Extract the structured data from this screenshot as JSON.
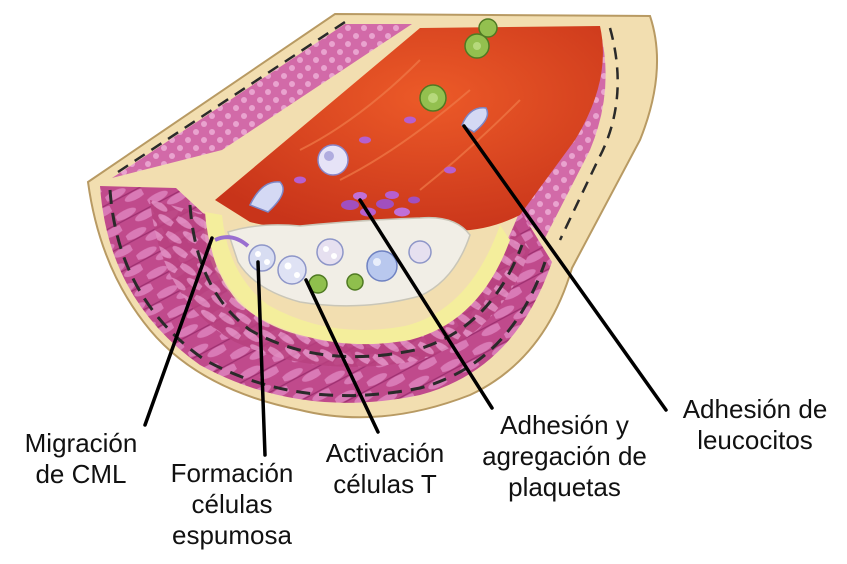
{
  "colors": {
    "lumen": "#d8421c",
    "muscle": "#c04a8c",
    "muscle_light": "#e7a6cf",
    "adventitia": "#f2deb0",
    "intima": "#f4ee9c",
    "plaque": "#f1eee6",
    "leader_line": "#000000"
  },
  "labels": {
    "migracion": {
      "line1": "Migración",
      "line2": "de CML"
    },
    "formacion": {
      "line1": "Formación",
      "line2": "células",
      "line3": "espumosa"
    },
    "activacion": {
      "line1": "Activación",
      "line2": "células T"
    },
    "plaquetas": {
      "line1": "Adhesión y",
      "line2": "agregación de",
      "line3": "plaquetas"
    },
    "leucocitos": {
      "line1": "Adhesión de",
      "line2": "leucocitos"
    }
  },
  "icons": {
    "platelet": "platelet-icon",
    "leukocyte": "leukocyte-icon",
    "foam_cell": "foam-cell-icon",
    "t_cell": "t-cell-icon"
  }
}
